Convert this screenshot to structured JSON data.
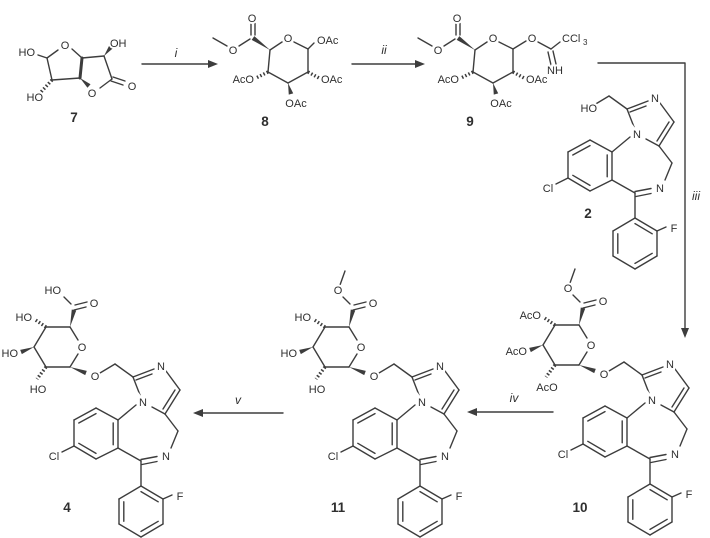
{
  "scheme": {
    "steps": {
      "i": "i",
      "ii": "ii",
      "iii": "iii",
      "iv": "iv",
      "v": "v"
    },
    "c7": {
      "number": "7",
      "ho_left": "HO",
      "ring_o": "O",
      "oh_top": "OH",
      "ho_bottom": "HO",
      "lactone_o": "O",
      "carbonyl_o": "O"
    },
    "c8": {
      "number": "8",
      "carbonyl_o": "O",
      "ester_o": "O",
      "ring_o": "O",
      "oac_anomeric": "OAc",
      "oac_right": "OAc",
      "oac_bottom": "OAc",
      "aco_left": "AcO"
    },
    "c9": {
      "number": "9",
      "carbonyl_o": "O",
      "ester_o": "O",
      "ring_o": "O",
      "link_o": "O",
      "imidate_c": "CCl",
      "imidate_sub": "3",
      "imidate_nh": "NH",
      "oac_right": "OAc",
      "oac_bottom": "OAc",
      "aco_left": "AcO"
    },
    "c2": {
      "number": "2",
      "hydroxymethyl": "HO",
      "imidazole_n": "N",
      "bridge_n": "N",
      "imine_n": "N",
      "chloro": "Cl",
      "fluoro": "F"
    },
    "c10": {
      "number": "10",
      "ester_o": "O",
      "carbonyl_o": "O",
      "ring_o": "O",
      "aco_top": "AcO",
      "aco_left": "AcO",
      "aco_bottom": "AcO",
      "link_o": "O",
      "imidazole_n": "N",
      "bridge_n": "N",
      "imine_n": "N",
      "chloro": "Cl",
      "fluoro": "F"
    },
    "c11": {
      "number": "11",
      "ester_o": "O",
      "carbonyl_o": "O",
      "ring_o": "O",
      "ho_top": "HO",
      "ho_left": "HO",
      "ho_bottom": "HO",
      "link_o": "O",
      "imidazole_n": "N",
      "bridge_n": "N",
      "imine_n": "N",
      "chloro": "Cl",
      "fluoro": "F"
    },
    "c4": {
      "number": "4",
      "acid_ho": "HO",
      "carbonyl_o": "O",
      "ring_o": "O",
      "ho_top": "HO",
      "ho_left": "HO",
      "ho_bottom": "HO",
      "link_o": "O",
      "imidazole_n": "N",
      "bridge_n": "N",
      "imine_n": "N",
      "chloro": "Cl",
      "fluoro": "F"
    }
  }
}
